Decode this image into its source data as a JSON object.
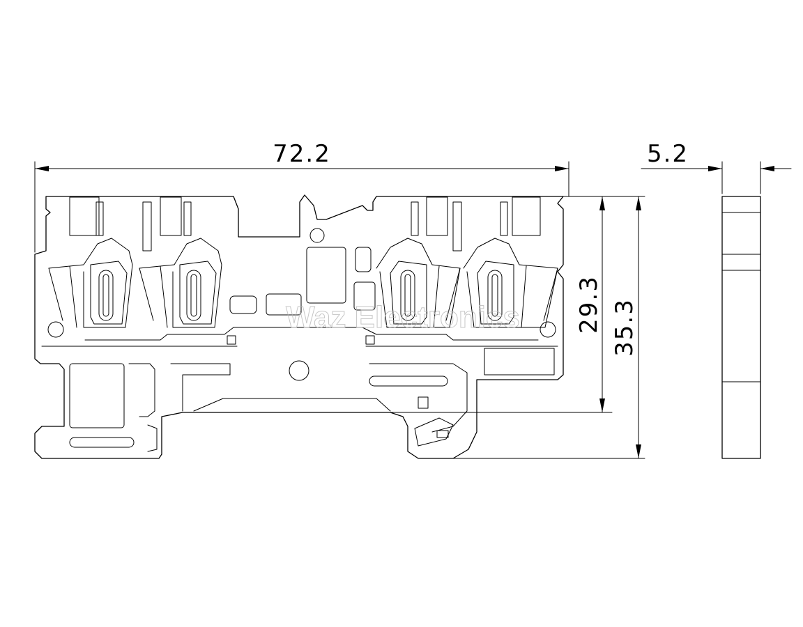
{
  "drawing": {
    "dimensions": {
      "overall_width": "72.2",
      "side_width": "5.2",
      "height_upper": "29.3",
      "height_total": "35.3"
    },
    "watermark": "Waz Electronics",
    "line_color": "#000000",
    "watermark_color": "#b9b9b9",
    "background_color": "#ffffff"
  }
}
